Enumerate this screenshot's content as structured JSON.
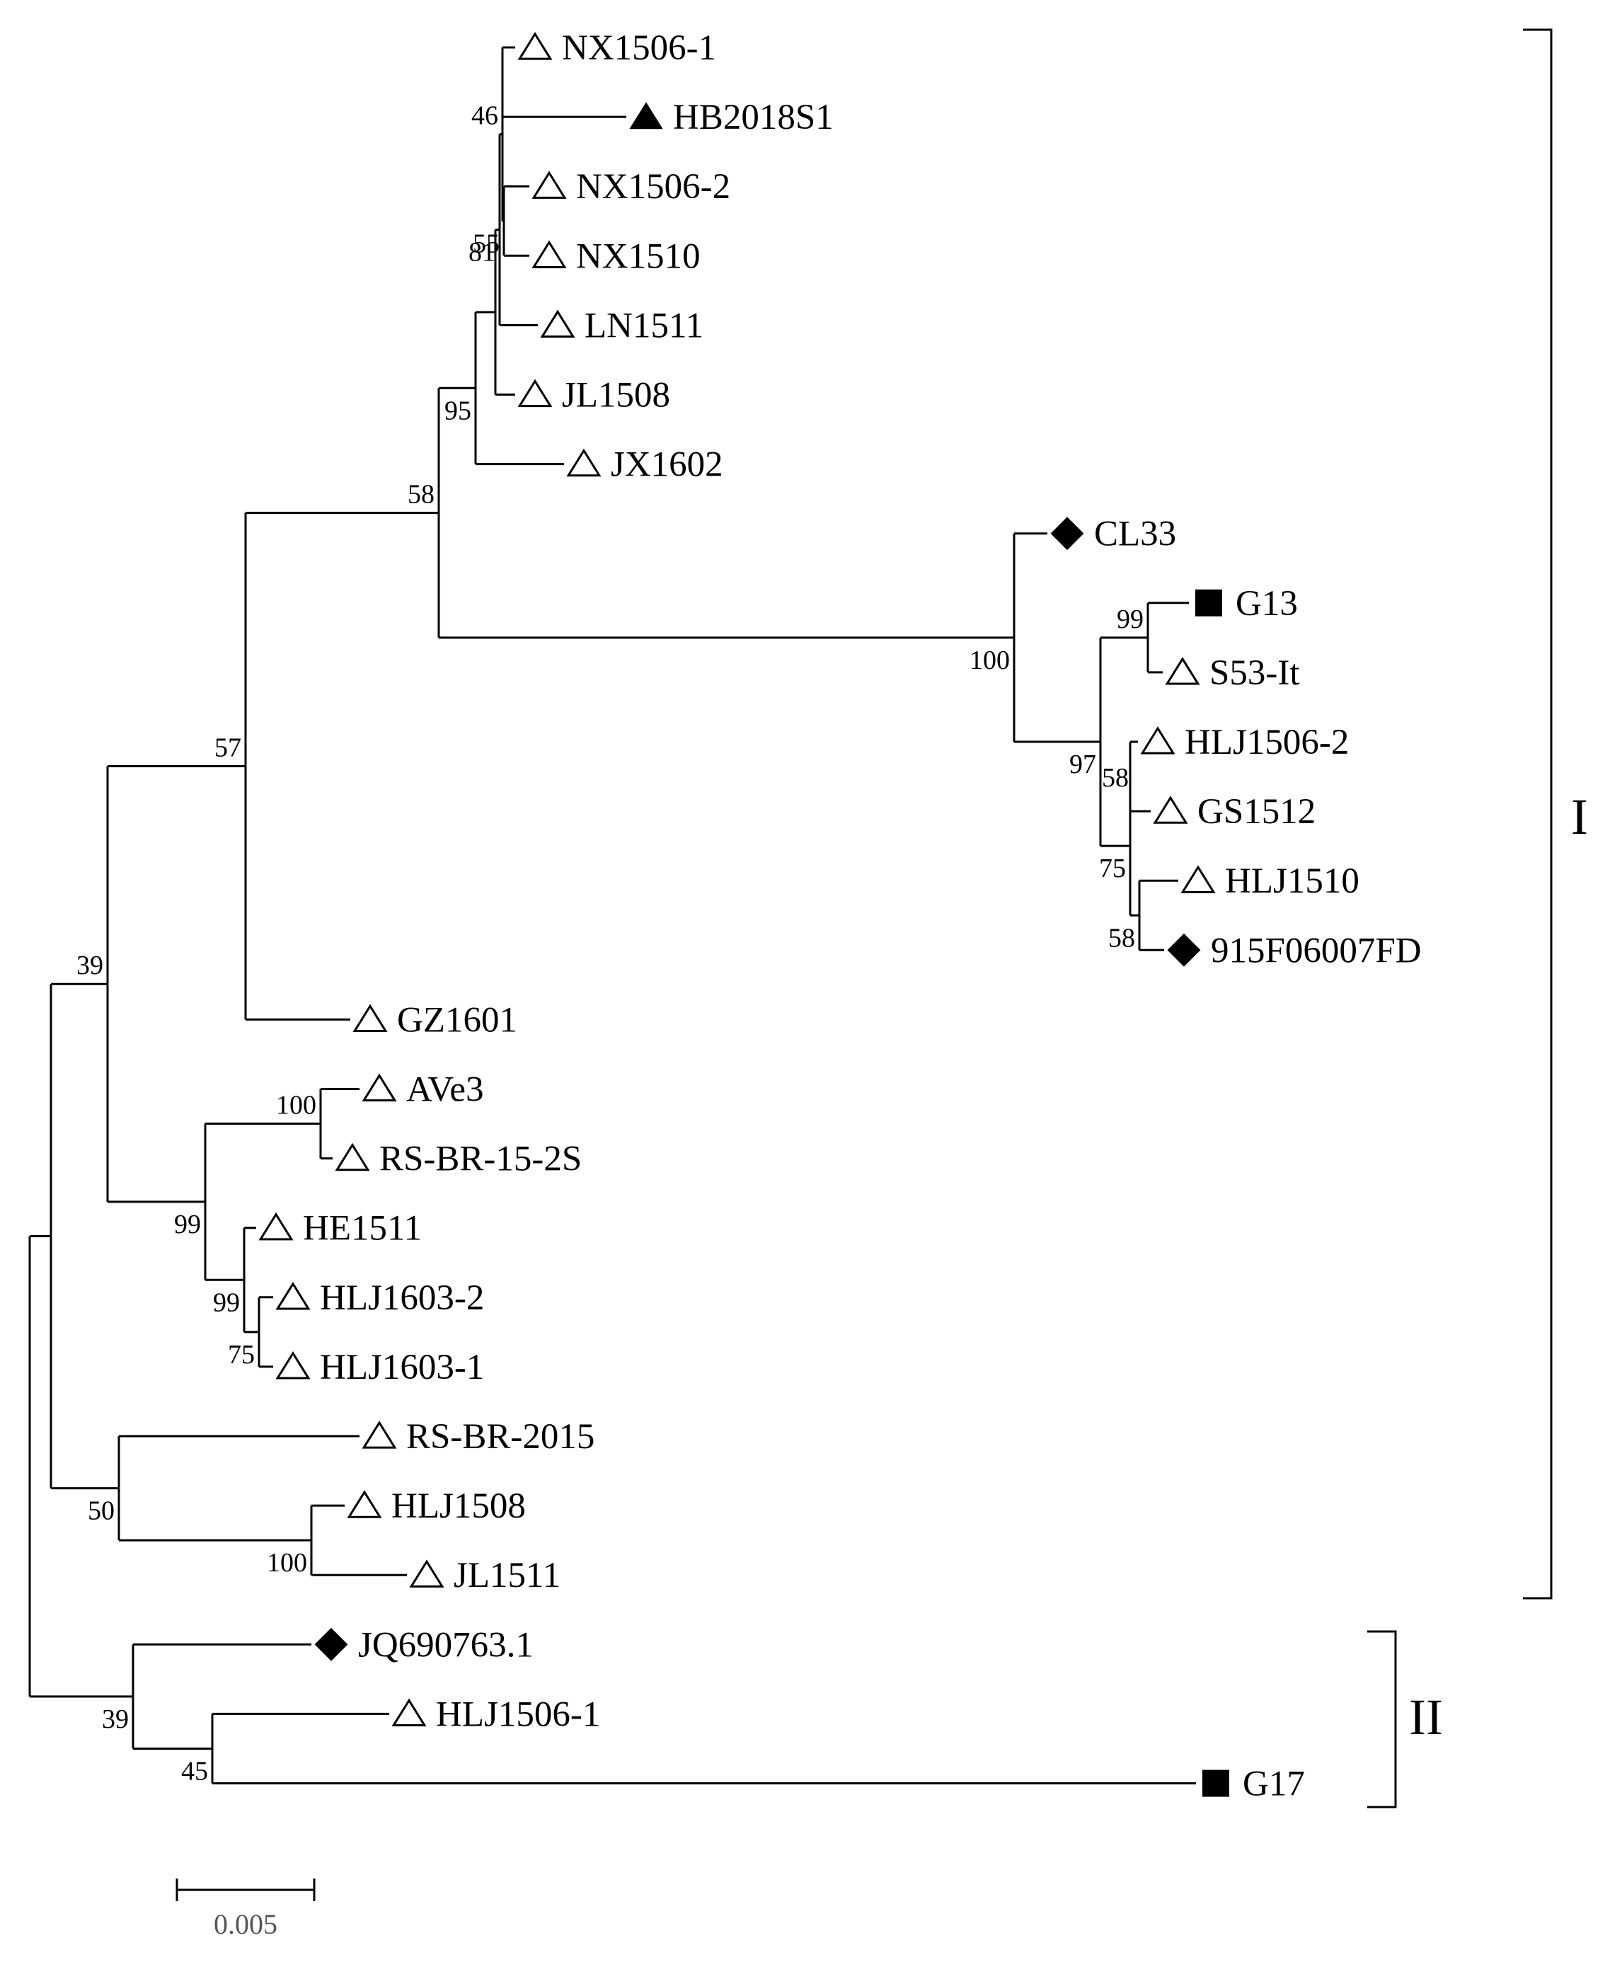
{
  "tree": {
    "leaves": [
      {
        "id": "NX1506-1",
        "label": "NX1506-1",
        "marker": "open-triangle-icon"
      },
      {
        "id": "HB2018S1",
        "label": "HB2018S1",
        "marker": "filled-triangle-icon"
      },
      {
        "id": "NX1506-2",
        "label": "NX1506-2",
        "marker": "open-triangle-icon"
      },
      {
        "id": "NX1510",
        "label": "NX1510",
        "marker": "open-triangle-icon"
      },
      {
        "id": "LN1511",
        "label": "LN1511",
        "marker": "open-triangle-icon"
      },
      {
        "id": "JL1508",
        "label": "JL1508",
        "marker": "open-triangle-icon"
      },
      {
        "id": "JX1602",
        "label": "JX1602",
        "marker": "open-triangle-icon"
      },
      {
        "id": "CL33",
        "label": "CL33",
        "marker": "filled-diamond-icon"
      },
      {
        "id": "G13",
        "label": "G13",
        "marker": "filled-square-icon"
      },
      {
        "id": "S53-It",
        "label": "S53-It",
        "marker": "open-triangle-icon"
      },
      {
        "id": "HLJ1506-2",
        "label": "HLJ1506-2",
        "marker": "open-triangle-icon"
      },
      {
        "id": "GS1512",
        "label": "GS1512",
        "marker": "open-triangle-icon"
      },
      {
        "id": "HLJ1510",
        "label": "HLJ1510",
        "marker": "open-triangle-icon"
      },
      {
        "id": "915F06007FD",
        "label": "915F06007FD",
        "marker": "filled-diamond-icon"
      },
      {
        "id": "GZ1601",
        "label": "GZ1601",
        "marker": "open-triangle-icon"
      },
      {
        "id": "AVe3",
        "label": "AVe3",
        "marker": "open-triangle-icon"
      },
      {
        "id": "RS-BR-15-2S",
        "label": "RS-BR-15-2S",
        "marker": "open-triangle-icon"
      },
      {
        "id": "HE1511",
        "label": "HE1511",
        "marker": "open-triangle-icon"
      },
      {
        "id": "HLJ1603-2",
        "label": "HLJ1603-2",
        "marker": "open-triangle-icon"
      },
      {
        "id": "HLJ1603-1",
        "label": "HLJ1603-1",
        "marker": "open-triangle-icon"
      },
      {
        "id": "RS-BR-2015",
        "label": "RS-BR-2015",
        "marker": "open-triangle-icon"
      },
      {
        "id": "HLJ1508",
        "label": "HLJ1508",
        "marker": "open-triangle-icon"
      },
      {
        "id": "JL1511",
        "label": "JL1511",
        "marker": "open-triangle-icon"
      },
      {
        "id": "JQ690763.1",
        "label": "JQ690763.1",
        "marker": "filled-diamond-icon"
      },
      {
        "id": "HLJ1506-1",
        "label": "HLJ1506-1",
        "marker": "open-triangle-icon"
      },
      {
        "id": "G17",
        "label": "G17",
        "marker": "filled-square-icon"
      }
    ],
    "bootstrap_values": [
      "46",
      "55",
      "81",
      "95",
      "58",
      "100",
      "99",
      "58",
      "97",
      "75",
      "58",
      "57",
      "39",
      "100",
      "99",
      "99",
      "75",
      "50",
      "100",
      "39",
      "45"
    ],
    "clades": [
      {
        "label": "I"
      },
      {
        "label": "II"
      }
    ],
    "scale_bar": {
      "label": "0.005",
      "value": 0.005
    }
  }
}
